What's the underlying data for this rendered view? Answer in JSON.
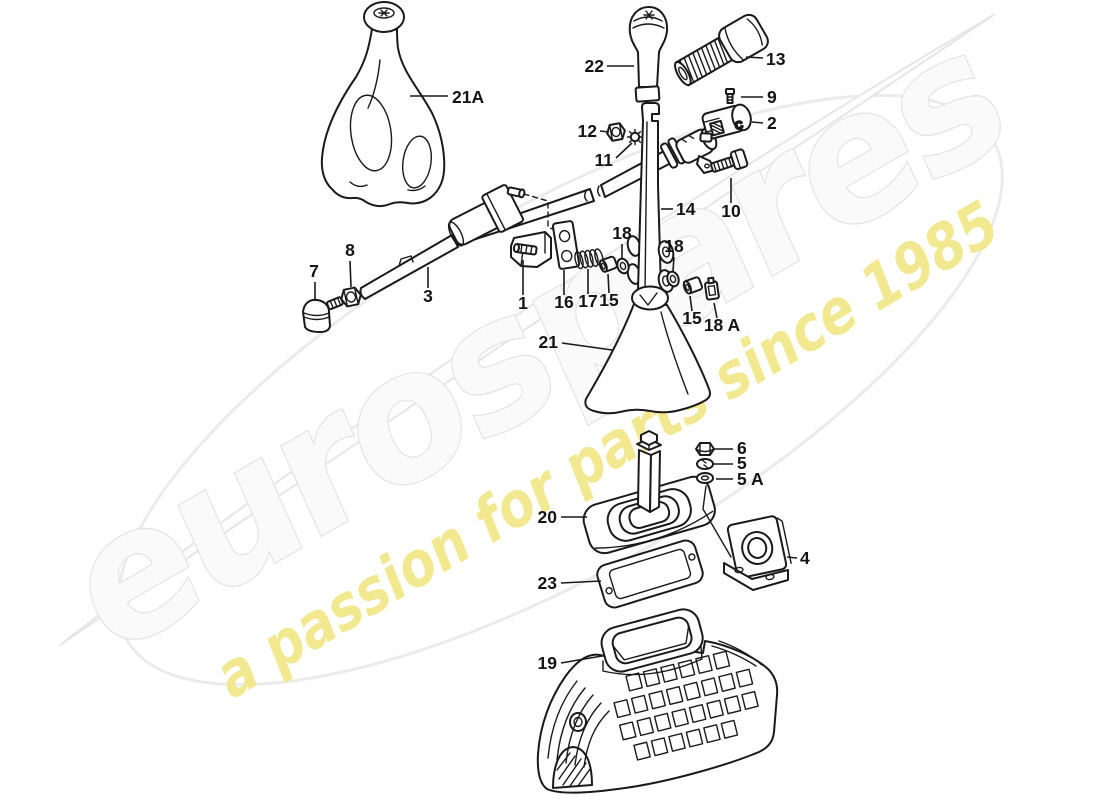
{
  "watermark": {
    "brand": "eurospares",
    "tagline": "a passion for parts since 1985",
    "brand_color": "#ececec",
    "tagline_color": "#f1e88f"
  },
  "diagram": {
    "background": "#ffffff",
    "line_color": "#1a1a1a",
    "part2_mark": "C",
    "labels": [
      {
        "id": "21A",
        "text": "21A"
      },
      {
        "id": "22",
        "text": "22"
      },
      {
        "id": "13",
        "text": "13"
      },
      {
        "id": "9",
        "text": "9"
      },
      {
        "id": "2",
        "text": "2"
      },
      {
        "id": "12",
        "text": "12"
      },
      {
        "id": "11",
        "text": "11"
      },
      {
        "id": "14",
        "text": "14"
      },
      {
        "id": "10",
        "text": "10"
      },
      {
        "id": "8",
        "text": "8"
      },
      {
        "id": "7",
        "text": "7"
      },
      {
        "id": "3",
        "text": "3"
      },
      {
        "id": "1",
        "text": "1"
      },
      {
        "id": "16",
        "text": "16"
      },
      {
        "id": "17",
        "text": "17"
      },
      {
        "id": "15-left",
        "text": "15"
      },
      {
        "id": "18-left",
        "text": "18"
      },
      {
        "id": "18-right",
        "text": "18"
      },
      {
        "id": "15-right",
        "text": "15"
      },
      {
        "id": "18A",
        "text": "18 A"
      },
      {
        "id": "21",
        "text": "21"
      },
      {
        "id": "6",
        "text": "6"
      },
      {
        "id": "5",
        "text": "5"
      },
      {
        "id": "5A",
        "text": "5 A"
      },
      {
        "id": "20",
        "text": "20"
      },
      {
        "id": "4",
        "text": "4"
      },
      {
        "id": "23",
        "text": "23"
      },
      {
        "id": "19",
        "text": "19"
      }
    ]
  }
}
